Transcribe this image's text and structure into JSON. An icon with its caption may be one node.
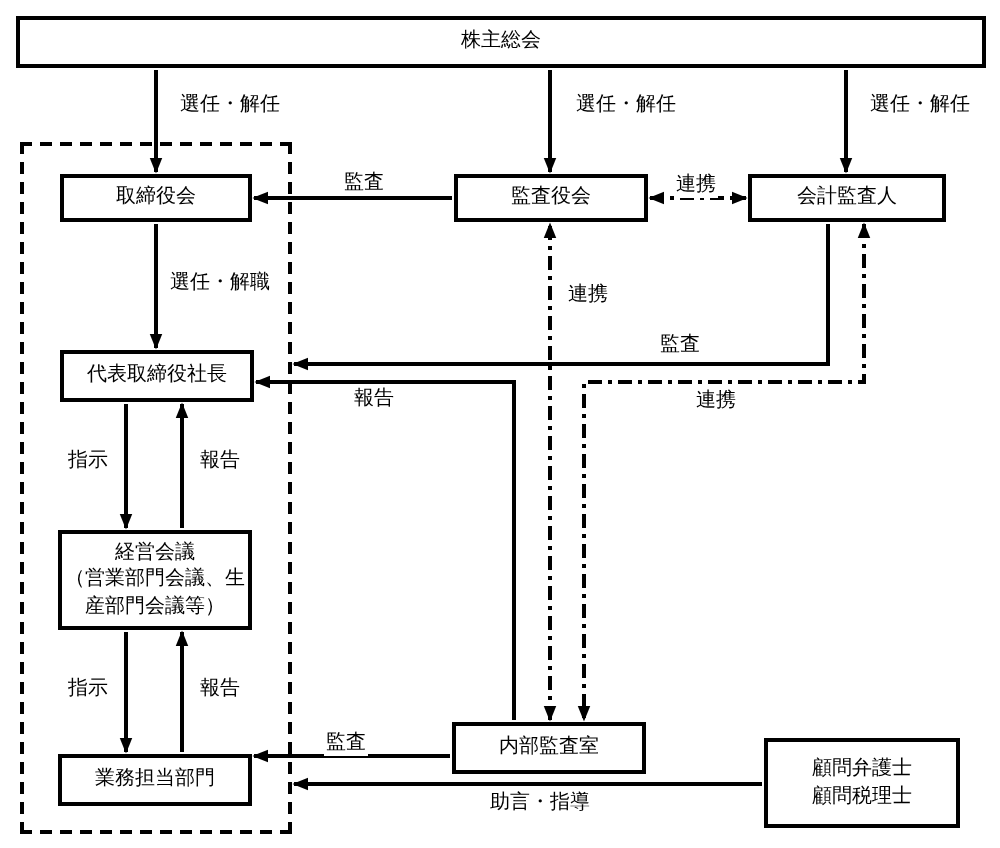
{
  "diagram": {
    "nodes": [
      {
        "text": [
          "株主総会"
        ]
      },
      {
        "text": [],
        "shape": "box"
      },
      {
        "text": [
          "取締役会"
        ],
        "in": 1
      },
      {
        "text": [
          "監査役会"
        ]
      },
      {
        "text": [
          "会計監査人"
        ]
      },
      {
        "text": [
          "代表取締役社長"
        ],
        "in": 1
      },
      {
        "text": [
          "経営会議",
          "（営業部門会議、生産部門会議等）"
        ],
        "in": 1
      },
      {
        "text": [
          "業務担当部門"
        ],
        "in": 1
      },
      {
        "text": [
          "内部監査室"
        ]
      },
      {
        "text": [
          "顧問弁護士",
          "顧問税理士"
        ]
      }
    ],
    "edges": [
      {
        "from": 0,
        "to": 2,
        "arrow": "to",
        "label": "選任・解任"
      },
      {
        "from": 0,
        "to": 3,
        "arrow": "to",
        "label": "選任・解任"
      },
      {
        "from": 0,
        "to": 4,
        "arrow": "to",
        "label": "選任・解任"
      },
      {
        "from": 3,
        "to": 2,
        "arrow": "to",
        "label": "監査"
      },
      {
        "from": 3,
        "to": 4,
        "arrow": "both",
        "label": "連携",
        "style": "dashed"
      },
      {
        "from": 2,
        "to": 5,
        "arrow": "to",
        "label": "選任・解職"
      },
      {
        "from": 4,
        "to": 1,
        "arrow": "to",
        "label": "監査"
      },
      {
        "from": 8,
        "to": 5,
        "arrow": "to",
        "label": "報告"
      },
      {
        "from": 8,
        "to": 3,
        "arrow": "both",
        "label": "連携",
        "style": "dashed"
      },
      {
        "from": 4,
        "to": 8,
        "arrow": "both",
        "label": "連携",
        "style": "dashed"
      },
      {
        "from": 5,
        "to": 6,
        "arrow": "to",
        "label": "指示"
      },
      {
        "from": 6,
        "to": 5,
        "arrow": "to",
        "label": "報告"
      },
      {
        "from": 6,
        "to": 7,
        "arrow": "to",
        "label": "指示"
      },
      {
        "from": 7,
        "to": 6,
        "arrow": "to",
        "label": "報告"
      },
      {
        "from": 8,
        "to": 7,
        "arrow": "to",
        "label": "監査"
      },
      {
        "from": 9,
        "to": 1,
        "arrow": "to",
        "label": "助言・指導"
      }
    ]
  }
}
